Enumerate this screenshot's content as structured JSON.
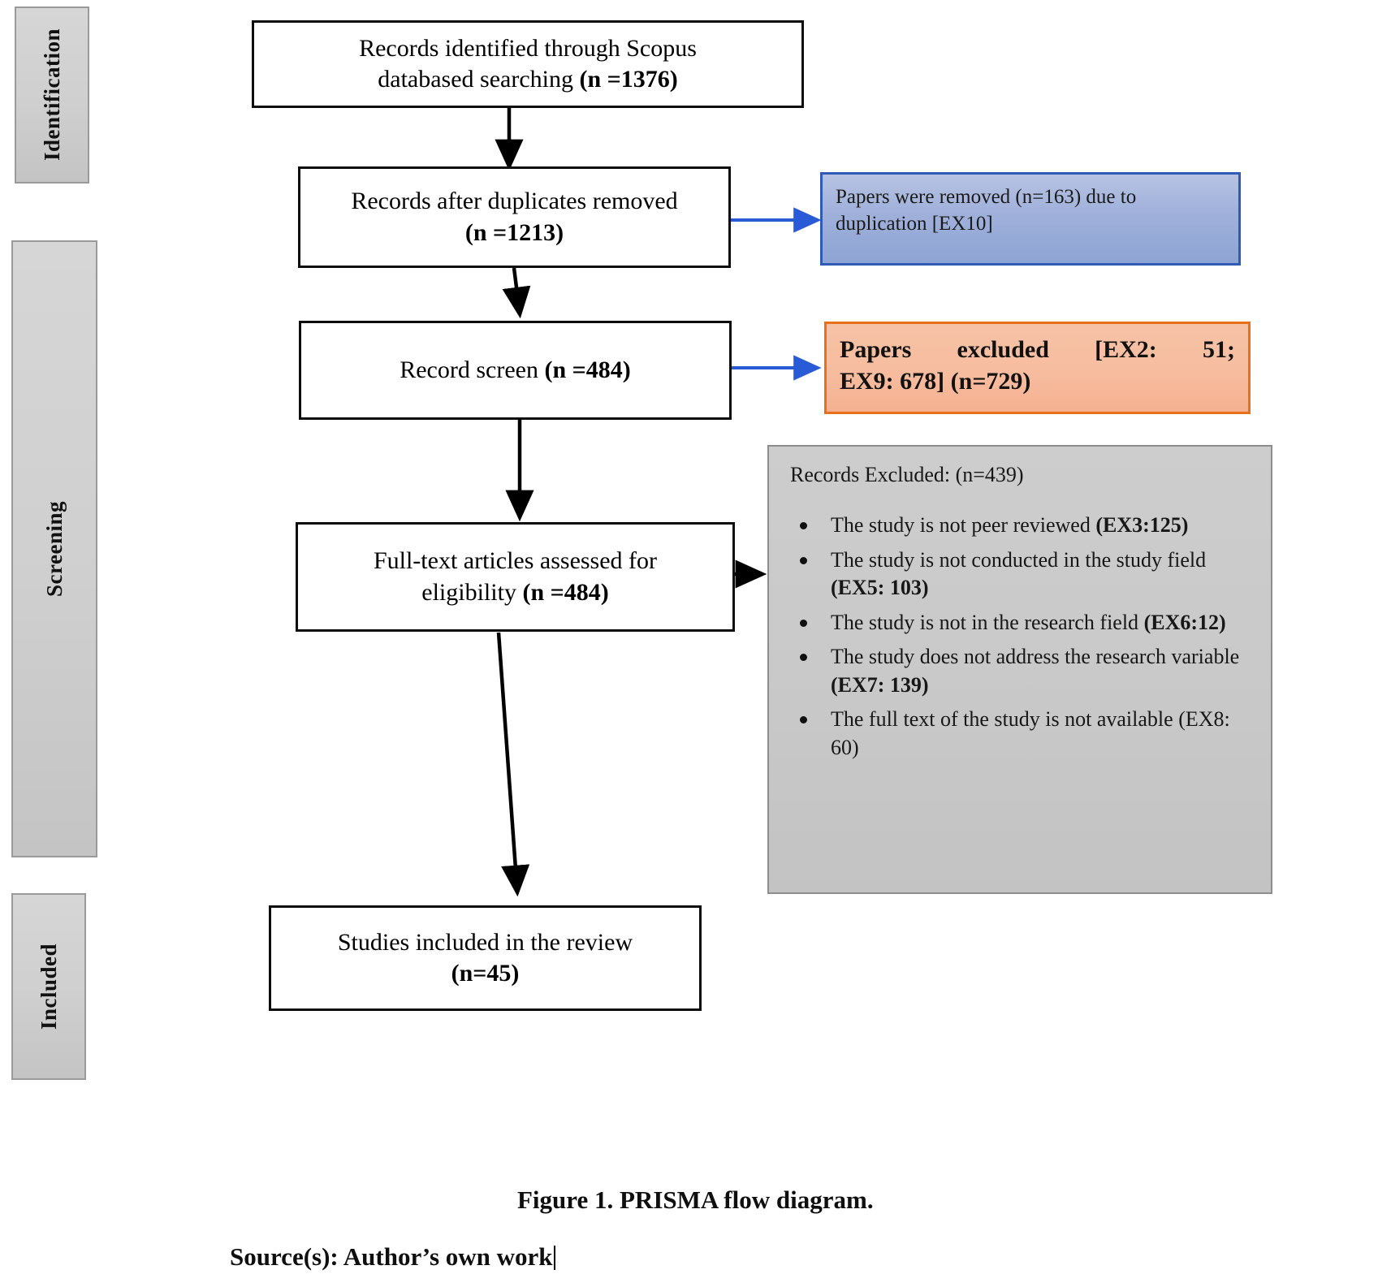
{
  "figure": {
    "caption": "Figure 1. PRISMA flow diagram.",
    "source": "Source(s): Author’s own work"
  },
  "stages": [
    {
      "id": "identification",
      "label": "Identification"
    },
    {
      "id": "screening",
      "label": "Screening"
    },
    {
      "id": "included",
      "label": "Included"
    }
  ],
  "flow_boxes": [
    {
      "id": "records-identified",
      "line1": "Records identified through Scopus",
      "line2_plain": "databased searching ",
      "line2_bold": "(n =1376)"
    },
    {
      "id": "records-after-duplicates",
      "line1": "Records after duplicates removed",
      "line2_bold": "(n =1213)"
    },
    {
      "id": "record-screen",
      "line1_plain": "Record screen ",
      "line1_bold": "(n =484)"
    },
    {
      "id": "full-text-assessed",
      "line1": "Full-text articles assessed for",
      "line2_plain": "eligibility ",
      "line2_bold": "(n =484)"
    },
    {
      "id": "studies-included",
      "line1": "Studies included in the review",
      "line2_bold": "(n=45)"
    }
  ],
  "side_boxes": {
    "duplicates_removed": {
      "line1": "Papers were removed (n=163) due to",
      "line2": "duplication [EX10]"
    },
    "papers_excluded": {
      "line1": "Papers excluded [EX2: 51;",
      "line2": "EX9: 678] (n=729)"
    },
    "records_excluded": {
      "title": "Records Excluded: (n=439)",
      "items": [
        {
          "text": "The study is not peer reviewed ",
          "code": "(EX3:125)",
          "code_bold": true
        },
        {
          "text": "The study is not conducted in the study field ",
          "code": "(EX5: 103)",
          "code_bold": true
        },
        {
          "text": "The study is not in the research field ",
          "code": "(EX6:12)",
          "code_bold": true
        },
        {
          "text": "The study does not address the research variable ",
          "code": "(EX7: 139)",
          "code_bold": true
        },
        {
          "text": "The full text of the study is not available ",
          "code": "(EX8: 60)",
          "code_bold": false
        }
      ]
    }
  },
  "colors": {
    "blue_border": "#2f5bb5",
    "blue_fill": "#9fb0da",
    "orange_border": "#e8701a",
    "orange_fill": "#f5b191",
    "gray_fill": "#c9c9c9",
    "gray_border": "#8d8d8d",
    "arrow_black": "#000000",
    "arrow_blue": "#2a5bd7"
  }
}
